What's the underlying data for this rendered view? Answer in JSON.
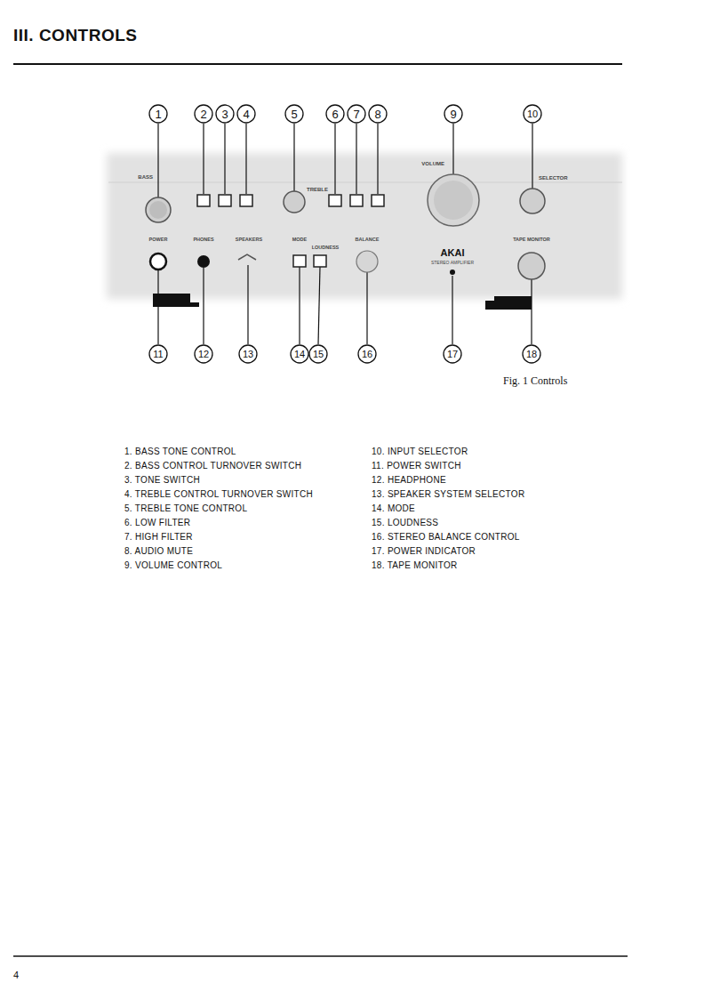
{
  "diagram": {
    "title": "III. CONTROLS",
    "caption": "Fig. 1 Controls",
    "nodes": [
      {
        "text": [
          "1"
        ]
      },
      {
        "text": [
          "2"
        ]
      },
      {
        "text": [
          "3"
        ]
      },
      {
        "text": [
          "4"
        ]
      },
      {
        "text": [
          "5"
        ]
      },
      {
        "text": [
          "6"
        ]
      },
      {
        "text": [
          "7"
        ]
      },
      {
        "text": [
          "8"
        ]
      },
      {
        "text": [
          "9"
        ]
      },
      {
        "text": [
          "10"
        ]
      },
      {
        "text": [
          "11"
        ]
      },
      {
        "text": [
          "12"
        ]
      },
      {
        "text": [
          "13"
        ]
      },
      {
        "text": [
          "14"
        ]
      },
      {
        "text": [
          "15"
        ]
      },
      {
        "text": [
          "16"
        ]
      },
      {
        "text": [
          "17"
        ]
      },
      {
        "text": [
          "18"
        ]
      }
    ],
    "labels": [
      "BASS",
      "TREBLE",
      "VOLUME",
      "SELECTOR",
      "POWER",
      "PHONES",
      "SPEAKERS",
      "MODE",
      "LOUDNESS",
      "BALANCE",
      "TAPE MONITOR",
      "AKAI",
      "STEREO AMPLIFIER",
      "1. BASS TONE CONTROL",
      "2. BASS CONTROL TURNOVER SWITCH",
      "3. TONE SWITCH",
      "4. TREBLE CONTROL TURNOVER SWITCH",
      "5. TREBLE TONE CONTROL",
      "6. LOW FILTER",
      "7. HIGH FILTER",
      "8. AUDIO MUTE",
      "9. VOLUME CONTROL",
      "10. INPUT SELECTOR",
      "11. POWER SWITCH",
      "12. HEADPHONE",
      "13. SPEAKER SYSTEM SELECTOR",
      "14. MODE",
      "15. LOUDNESS",
      "16. STEREO BALANCE CONTROL",
      "17. POWER INDICATOR",
      "18. TAPE MONITOR",
      "4"
    ]
  }
}
